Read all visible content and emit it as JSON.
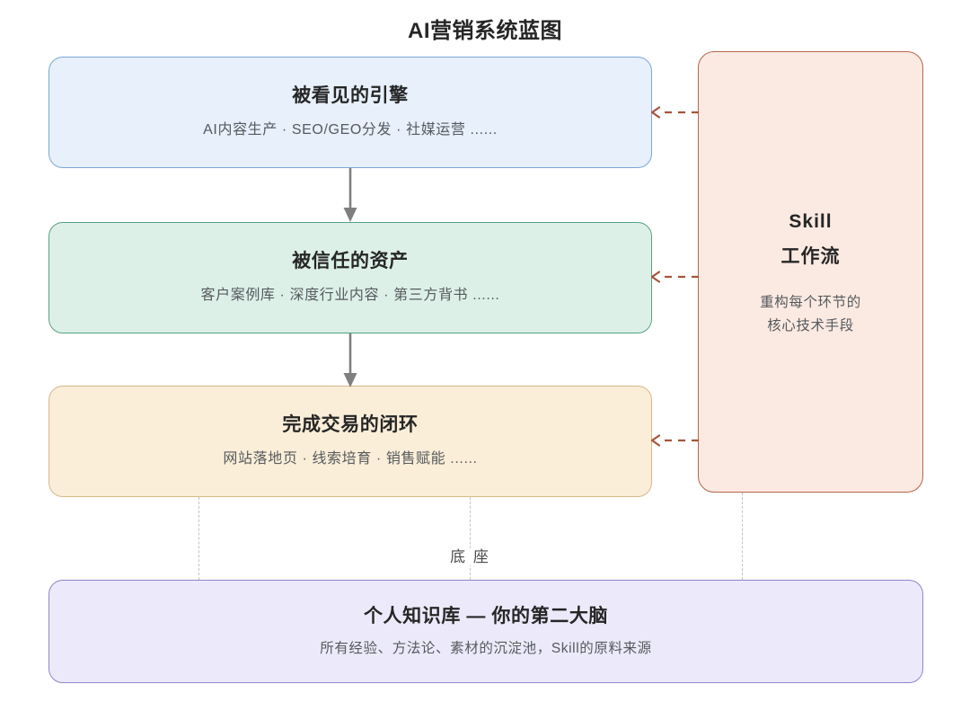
{
  "title": "AI营销系统蓝图",
  "stages": [
    {
      "id": "engine",
      "title": "被看见的引擎",
      "subtitle": "AI内容生产 · SEO/GEO分发 · 社媒运营 ......",
      "fill": "#e7f0fb",
      "border": "#7aa7d9"
    },
    {
      "id": "asset",
      "title": "被信任的资产",
      "subtitle": "客户案例库 · 深度行业内容 · 第三方背书 ......",
      "fill": "#ddf0e8",
      "border": "#54a383"
    },
    {
      "id": "deal",
      "title": "完成交易的闭环",
      "subtitle": "网站落地页 · 线索培育 · 销售赋能 ......",
      "fill": "#fbeed8",
      "border": "#d5b98a"
    }
  ],
  "skill_panel": {
    "title_line1": "Skill",
    "title_line2": "工作流",
    "desc_line1": "重构每个环节的",
    "desc_line2": "核心技术手段",
    "fill": "#fbeae2",
    "border": "#b5654a",
    "arrow_color": "#a8533a"
  },
  "foundation": {
    "title": "个人知识库 — 你的第二大脑",
    "subtitle": "所有经验、方法论、素材的沉淀池，Skill的原料来源",
    "fill": "#eceafa",
    "border": "#8c86c8",
    "connector_label": "底 座",
    "connector_color": "#c3c3c8"
  },
  "flow": {
    "arrow_color": "#7f7f7f"
  },
  "icons": {
    "down_arrow": "flow-down-arrow-icon",
    "dashed_left_arrow": "dashed-left-arrow-icon"
  }
}
